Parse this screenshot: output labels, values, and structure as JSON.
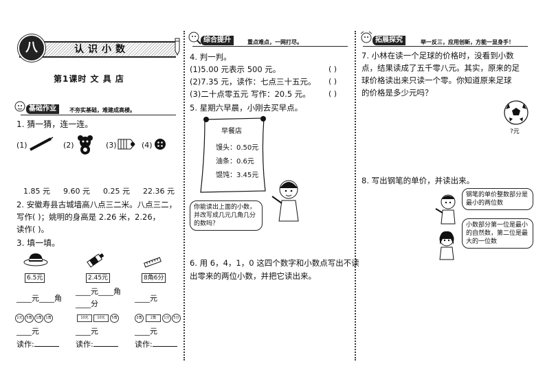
{
  "header": {
    "badge": "八",
    "unit_title": "认识小数",
    "lesson_title": "第1课时  文  具  店"
  },
  "basic": {
    "tag": "基础作业",
    "note": "不夯实基础，难建成高楼。",
    "q1": {
      "title": "1. 猜一猜，连一连。",
      "labels": [
        "(1)",
        "(2)",
        "(3)",
        "(4)"
      ],
      "prices": [
        "1.85 元",
        "9.60 元",
        "0.25 元",
        "22.36 元"
      ]
    },
    "q2": {
      "line1": "2. 安徽寿县古城墙高八点三二米。八点三二，",
      "line2": "写作(          )；姚明的身高是 2.26 米，2.26，",
      "line3": "读作(                  )。"
    },
    "q3": {
      "title": "3. 填一填。",
      "items": [
        {
          "tag": "6.5元",
          "row1": "____元____角"
        },
        {
          "tag": "2.45元",
          "row1": "____元____角",
          "row2": "____分"
        },
        {
          "tag": "8角6分",
          "row1": "____元"
        }
      ],
      "coins_row": [
        "1元 5角 1角 1角",
        "10元 10元 5角",
        "2角 1分 5分"
      ],
      "row_yuan": [
        "____元",
        "____元",
        "____元"
      ],
      "read_label": "读作:"
    }
  },
  "improve": {
    "tag": "综合提升",
    "note": "重点难点，一网打尽。",
    "q4": {
      "title": "4. 判一判。",
      "items": [
        "(1)5.00 元表示 500 元。",
        "(2)7.35 元，读作：七点三十五元。",
        "(3)二十点零五元   写作：20.5 元。"
      ],
      "paren": "(      )"
    },
    "q5": {
      "title": "5. 星期六早晨，小刚去买早点。",
      "menu_title": "早餐店",
      "menu": [
        "馒头：0.50元",
        "油条：0.6元",
        "馄饨：3.45元"
      ],
      "bubble": "你能读出上面的小数，并改写成几元几角几分的数吗？"
    },
    "q6": {
      "line1": "6. 用 6，4，1，0 这四个数字和小数点写出不读",
      "line2": "出零来的两位小数，并把它读出来。"
    }
  },
  "extend": {
    "tag": "拓展探究",
    "note": "举一反三，应用创新，方能一显身手！",
    "q7": {
      "line1": "7. 小林在读一个足球的价格时，没看到小数",
      "line2": "点，结果读成了五千零八元。其实，原来的足",
      "line3": "球价格读出来只读一个零。你知道原来足球",
      "line4": "的价格是多少元吗？",
      "ball_label": "?元"
    },
    "q8": {
      "title": "8. 写出钢笔的单价，并读出来。",
      "bubble1": "钢笔的单价整数部分是最小的两位数",
      "bubble2": "小数部分第一位是最小的自然数，第二位是最大的一位数"
    }
  }
}
